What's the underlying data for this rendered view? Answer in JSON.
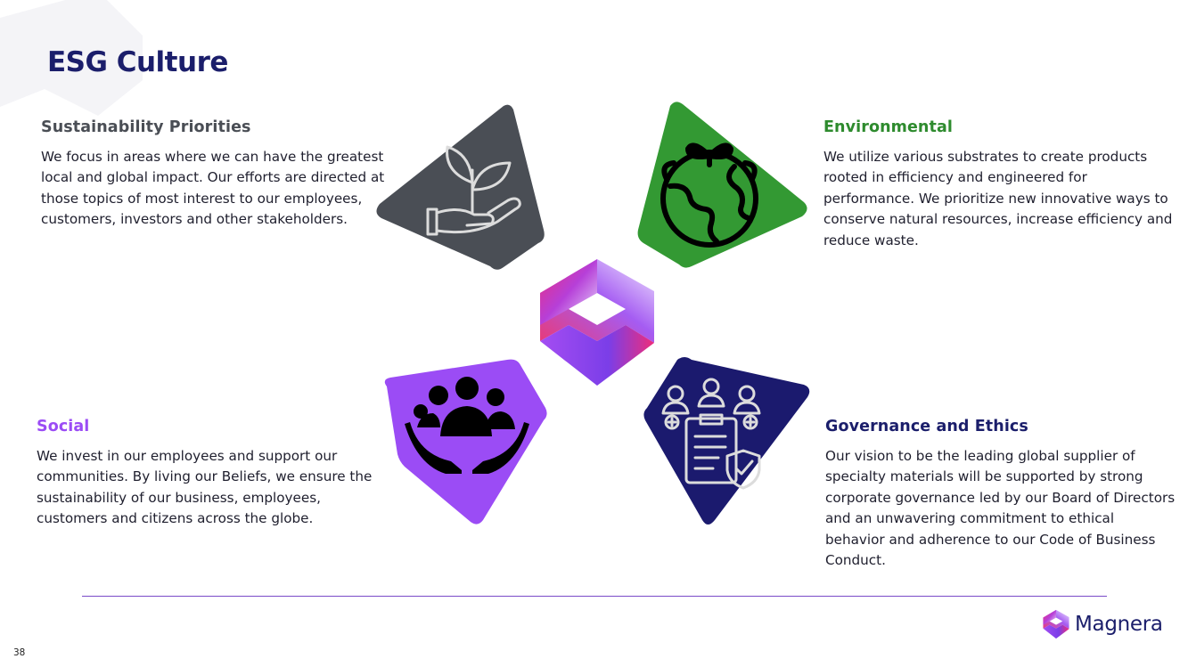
{
  "slide": {
    "title": "ESG Culture",
    "page_number": "38"
  },
  "colors": {
    "title": "#1b1e6b",
    "sustainability": "#4a4e55",
    "environmental": "#339933",
    "social": "#9b4cf5",
    "governance": "#1b1a6e",
    "divider": "#7a4bc8"
  },
  "sections": {
    "sustainability": {
      "heading": "Sustainability Priorities",
      "body": "We focus in areas where we can have the greatest local and global impact. Our efforts are directed at those topics of most interest to our employees, customers, investors and other stakeholders.",
      "icon": "plant-in-hand-icon"
    },
    "environmental": {
      "heading": "Environmental",
      "body": "We utilize various substrates to create products rooted in efficiency and engineered for performance. We prioritize new innovative ways to conserve natural resources, increase efficiency and reduce waste.",
      "icon": "globe-with-sprout-icon"
    },
    "social": {
      "heading": "Social",
      "body": "We invest in our employees and support our communities.  By living our Beliefs, we ensure the sustainability of our business, employees, customers and citizens across the globe.",
      "icon": "people-in-hands-icon"
    },
    "governance": {
      "heading": "Governance and Ethics",
      "body": "Our vision to be the leading global supplier of specialty materials will be supported by strong corporate governance led by our Board of Directors and an unwavering commitment to ethical behavior and adherence to our Code of Business Conduct.",
      "icon": "clipboard-shield-people-icon"
    }
  },
  "brand": {
    "name": "Magnera",
    "logo_icon": "magnera-logo-icon"
  }
}
